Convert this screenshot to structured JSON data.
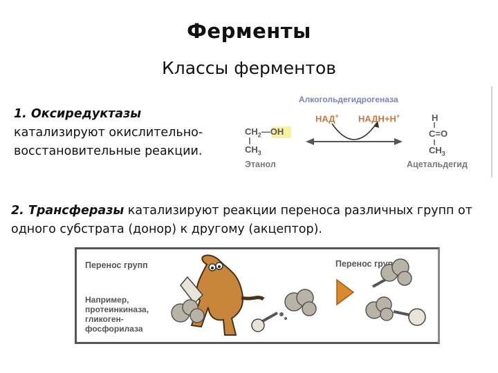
{
  "title": "Ферменты",
  "subtitle": "Классы ферментов",
  "section1": {
    "heading": "1. Оксиредуктазы",
    "text": "катализируют окислительно-восстановительные реакции."
  },
  "reaction": {
    "enzyme": "Алкогольдегидрогеназа",
    "nad": "НАД",
    "nadh": "НАДН+Н",
    "plus": "+",
    "ethanol_top": "CH",
    "ethanol_oh": "—OH",
    "ethanol_bottom": "CH",
    "ethanol_label": "Этанол",
    "acet_h": "H",
    "acet_c": "C=O",
    "acet_bottom": "CH",
    "acet_label": "Ацетальдегид",
    "colors": {
      "enzyme": "#7a84b8",
      "cofactor": "#c9773b",
      "highlight": "#f7f1a0"
    }
  },
  "section2": {
    "heading": "2. Трансферазы",
    "text": " катализируют реакции переноса различных групп от одного субстрата (донор) к другому (акцептор)."
  },
  "cartoon": {
    "left_title": "Перенос групп",
    "example_text": "Например, протеинкиназа, гликоген-фосфорилаза",
    "right_title": "Перенос групп",
    "colors": {
      "figure": "#c8863a",
      "arrow": "#d98a2e",
      "cloud": "#b9b3a6"
    }
  }
}
